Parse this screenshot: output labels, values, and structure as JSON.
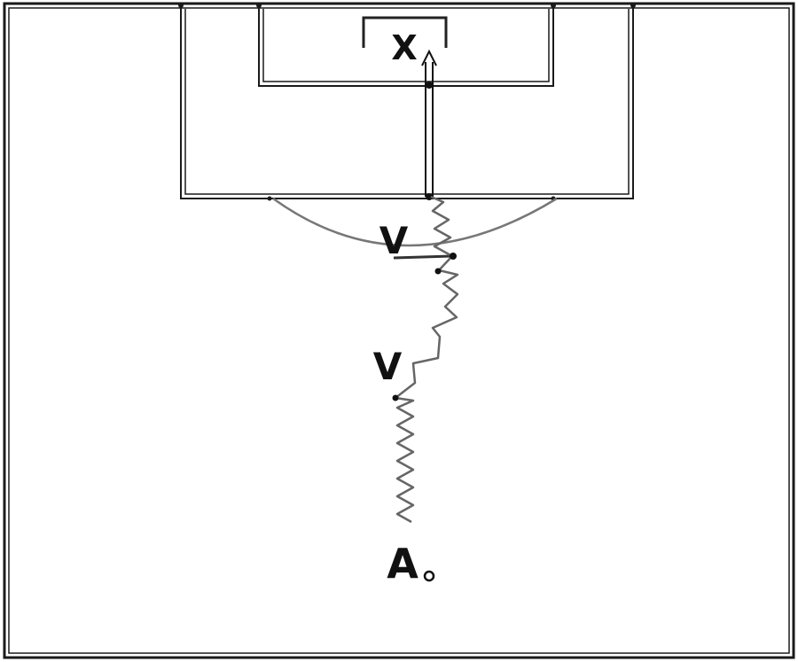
{
  "labels": {
    "goalkeeper": "X",
    "defender_top": "V",
    "defender_mid": "V",
    "attacker": "A"
  },
  "colors": {
    "field_lines": "#1a1a1a",
    "arc": "#777777",
    "dribble": "#666666",
    "shot": "#111111"
  }
}
